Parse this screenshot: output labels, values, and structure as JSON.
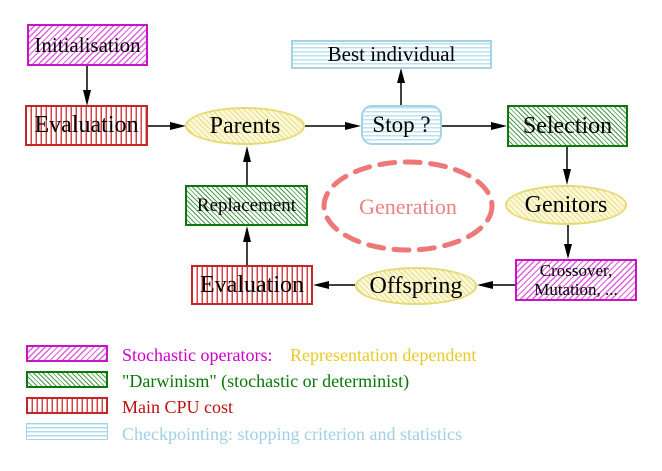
{
  "nodes": {
    "initialisation": {
      "label": "Initialisation"
    },
    "evaluation_top": {
      "label": "Evaluation"
    },
    "parents": {
      "label": "Parents"
    },
    "best_individual": {
      "label": "Best individual"
    },
    "stop": {
      "label": "Stop ?"
    },
    "selection": {
      "label": "Selection"
    },
    "genitors": {
      "label": "Genitors"
    },
    "crossover_mutation": {
      "line1": "Crossover,",
      "line2": "Mutation, ..."
    },
    "offspring": {
      "label": "Offspring"
    },
    "evaluation_bottom": {
      "label": "Evaluation"
    },
    "replacement": {
      "label": "Replacement"
    },
    "generation": {
      "label": "Generation"
    }
  },
  "legend": {
    "rows": [
      {
        "swatch": "magenta-diagonal-hatch",
        "parts": [
          {
            "text": "Stochastic operators:",
            "color": "#cc00cc"
          },
          {
            "text": "Representation dependent",
            "color": "#edc927"
          }
        ]
      },
      {
        "swatch": "green-diagonal-hatch",
        "parts": [
          {
            "text": "\"Darwinism\" (stochastic or determinist)",
            "color": "#077807"
          }
        ]
      },
      {
        "swatch": "red-vertical-hatch",
        "parts": [
          {
            "text": "Main CPU cost",
            "color": "#bb1111"
          }
        ]
      },
      {
        "swatch": "cyan-horizontal-hatch",
        "parts": [
          {
            "text": "Checkpointing: stopping criterion and statistics",
            "color": "#9fd0e5"
          }
        ]
      }
    ]
  },
  "colors": {
    "stochastic_magenta": "#c913c9",
    "darwinism_green": "#0d770d",
    "cpu_cost_red": "#c52626",
    "checkpoint_cyan": "#a3d4e6",
    "population_yellow": "#e6da74",
    "generation_salmon": "#ee7878",
    "arrow_black": "#000000"
  }
}
